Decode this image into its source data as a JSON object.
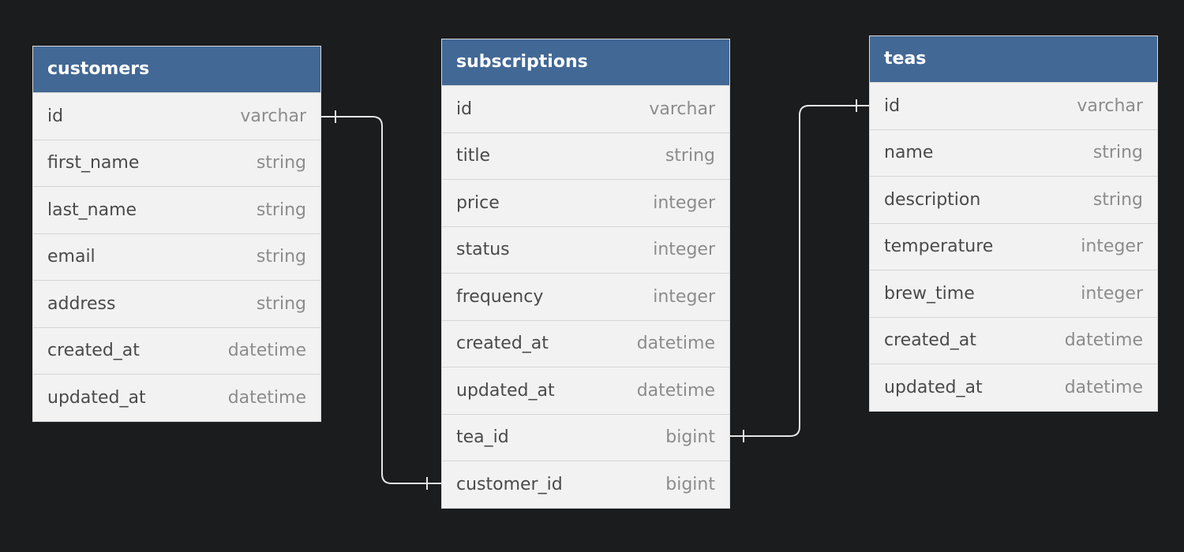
{
  "tables": [
    {
      "name": "customers",
      "columns": [
        {
          "name": "id",
          "type": "varchar"
        },
        {
          "name": "first_name",
          "type": "string"
        },
        {
          "name": "last_name",
          "type": "string"
        },
        {
          "name": "email",
          "type": "string"
        },
        {
          "name": "address",
          "type": "string"
        },
        {
          "name": "created_at",
          "type": "datetime"
        },
        {
          "name": "updated_at",
          "type": "datetime"
        }
      ]
    },
    {
      "name": "subscriptions",
      "columns": [
        {
          "name": "id",
          "type": "varchar"
        },
        {
          "name": "title",
          "type": "string"
        },
        {
          "name": "price",
          "type": "integer"
        },
        {
          "name": "status",
          "type": "integer"
        },
        {
          "name": "frequency",
          "type": "integer"
        },
        {
          "name": "created_at",
          "type": "datetime"
        },
        {
          "name": "updated_at",
          "type": "datetime"
        },
        {
          "name": "tea_id",
          "type": "bigint"
        },
        {
          "name": "customer_id",
          "type": "bigint"
        }
      ]
    },
    {
      "name": "teas",
      "columns": [
        {
          "name": "id",
          "type": "varchar"
        },
        {
          "name": "name",
          "type": "string"
        },
        {
          "name": "description",
          "type": "string"
        },
        {
          "name": "temperature",
          "type": "integer"
        },
        {
          "name": "brew_time",
          "type": "integer"
        },
        {
          "name": "created_at",
          "type": "datetime"
        },
        {
          "name": "updated_at",
          "type": "datetime"
        }
      ]
    }
  ],
  "relationships": [
    {
      "from_table": "customers",
      "from_column": "id",
      "to_table": "subscriptions",
      "to_column": "customer_id"
    },
    {
      "from_table": "teas",
      "from_column": "id",
      "to_table": "subscriptions",
      "to_column": "tea_id"
    }
  ],
  "colors": {
    "background": "#1b1c1e",
    "header": "#426895",
    "row_background": "#f2f2f2",
    "connector": "#e6e6e6"
  }
}
